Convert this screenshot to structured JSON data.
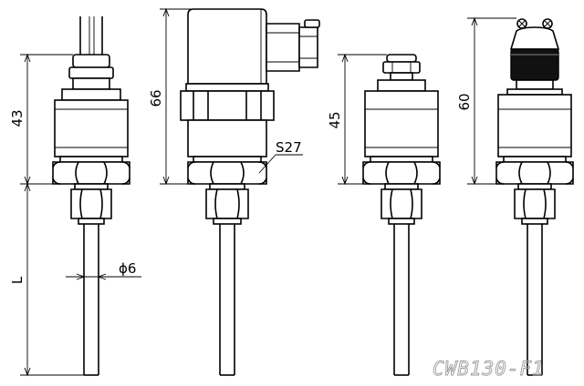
{
  "drawing": {
    "model": "CWB130-F1",
    "dimensions": {
      "v1_height": "43",
      "v1_length": "L",
      "v1_diameter": "ϕ6",
      "v2_height": "66",
      "v2_hex": "S27",
      "v3_height": "45",
      "v4_height": "60"
    }
  }
}
